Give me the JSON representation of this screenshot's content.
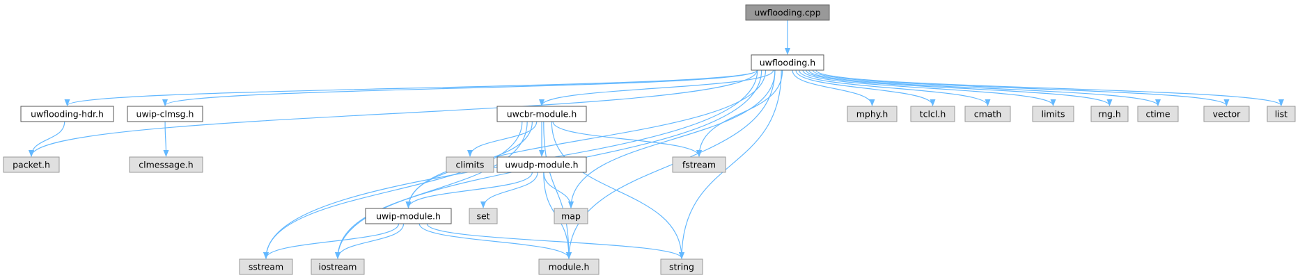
{
  "diagram": {
    "colors": {
      "root_fill": "#999999",
      "root_stroke": "#666666",
      "local_fill": "#ffffff",
      "local_stroke": "#555555",
      "system_fill": "#e0e0e0",
      "system_stroke": "#999999",
      "edge": "#63b8ff"
    },
    "nodes": [
      {
        "id": "uwflooding_cpp",
        "label": "uwflooding.cpp",
        "kind": "root"
      },
      {
        "id": "uwflooding_h",
        "label": "uwflooding.h",
        "kind": "local"
      },
      {
        "id": "uwflooding_hdr_h",
        "label": "uwflooding-hdr.h",
        "kind": "local"
      },
      {
        "id": "uwip_clmsg_h",
        "label": "uwip-clmsg.h",
        "kind": "local"
      },
      {
        "id": "uwcbr_module_h",
        "label": "uwcbr-module.h",
        "kind": "local"
      },
      {
        "id": "uwudp_module_h",
        "label": "uwudp-module.h",
        "kind": "local"
      },
      {
        "id": "uwip_module_h",
        "label": "uwip-module.h",
        "kind": "local"
      },
      {
        "id": "packet_h",
        "label": "packet.h",
        "kind": "system"
      },
      {
        "id": "clmessage_h",
        "label": "clmessage.h",
        "kind": "system"
      },
      {
        "id": "climits",
        "label": "climits",
        "kind": "system"
      },
      {
        "id": "fstream",
        "label": "fstream",
        "kind": "system"
      },
      {
        "id": "set",
        "label": "set",
        "kind": "system"
      },
      {
        "id": "map",
        "label": "map",
        "kind": "system"
      },
      {
        "id": "sstream",
        "label": "sstream",
        "kind": "system"
      },
      {
        "id": "iostream",
        "label": "iostream",
        "kind": "system"
      },
      {
        "id": "module_h",
        "label": "module.h",
        "kind": "system"
      },
      {
        "id": "string",
        "label": "string",
        "kind": "system"
      },
      {
        "id": "mphy_h",
        "label": "mphy.h",
        "kind": "system"
      },
      {
        "id": "tclcl_h",
        "label": "tclcl.h",
        "kind": "system"
      },
      {
        "id": "cmath",
        "label": "cmath",
        "kind": "system"
      },
      {
        "id": "limits",
        "label": "limits",
        "kind": "system"
      },
      {
        "id": "rng_h",
        "label": "rng.h",
        "kind": "system"
      },
      {
        "id": "ctime",
        "label": "ctime",
        "kind": "system"
      },
      {
        "id": "vector",
        "label": "vector",
        "kind": "system"
      },
      {
        "id": "list",
        "label": "list",
        "kind": "system"
      }
    ],
    "edges": [
      [
        "uwflooding_cpp",
        "uwflooding_h"
      ],
      [
        "uwflooding_h",
        "packet_h"
      ],
      [
        "uwflooding_h",
        "uwflooding_hdr_h"
      ],
      [
        "uwflooding_h",
        "uwip_clmsg_h"
      ],
      [
        "uwflooding_h",
        "uwcbr_module_h"
      ],
      [
        "uwflooding_h",
        "uwip_module_h"
      ],
      [
        "uwflooding_h",
        "sstream"
      ],
      [
        "uwflooding_h",
        "iostream"
      ],
      [
        "uwflooding_h",
        "fstream"
      ],
      [
        "uwflooding_h",
        "map"
      ],
      [
        "uwflooding_h",
        "module_h"
      ],
      [
        "uwflooding_h",
        "string"
      ],
      [
        "uwflooding_h",
        "mphy_h"
      ],
      [
        "uwflooding_h",
        "tclcl_h"
      ],
      [
        "uwflooding_h",
        "cmath"
      ],
      [
        "uwflooding_h",
        "limits"
      ],
      [
        "uwflooding_h",
        "rng_h"
      ],
      [
        "uwflooding_h",
        "ctime"
      ],
      [
        "uwflooding_h",
        "vector"
      ],
      [
        "uwflooding_h",
        "list"
      ],
      [
        "uwflooding_hdr_h",
        "packet_h"
      ],
      [
        "uwip_clmsg_h",
        "clmessage_h"
      ],
      [
        "uwcbr_module_h",
        "climits"
      ],
      [
        "uwcbr_module_h",
        "uwudp_module_h"
      ],
      [
        "uwcbr_module_h",
        "fstream"
      ],
      [
        "uwcbr_module_h",
        "uwip_module_h"
      ],
      [
        "uwcbr_module_h",
        "sstream"
      ],
      [
        "uwcbr_module_h",
        "iostream"
      ],
      [
        "uwcbr_module_h",
        "module_h"
      ],
      [
        "uwcbr_module_h",
        "string"
      ],
      [
        "uwudp_module_h",
        "uwip_module_h"
      ],
      [
        "uwudp_module_h",
        "set"
      ],
      [
        "uwudp_module_h",
        "map"
      ],
      [
        "uwudp_module_h",
        "module_h"
      ],
      [
        "uwip_module_h",
        "sstream"
      ],
      [
        "uwip_module_h",
        "iostream"
      ],
      [
        "uwip_module_h",
        "module_h"
      ],
      [
        "uwip_module_h",
        "string"
      ]
    ]
  }
}
